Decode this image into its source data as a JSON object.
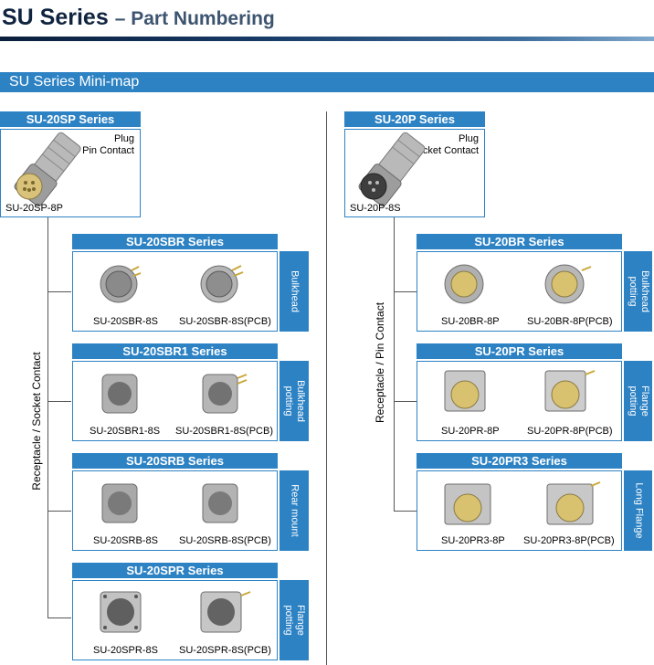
{
  "header": {
    "title": "SU Series",
    "subtitle": "– Part Numbering"
  },
  "minimap": {
    "label": "SU Series Mini-map"
  },
  "left": {
    "plug": {
      "header": "SU-20SP Series",
      "type": "Plug",
      "contact": "Pin Contact",
      "part": "SU-20SP-8P"
    },
    "branch_label": "Receptacle / Socket Contact",
    "groups": [
      {
        "header": "SU-20SBR Series",
        "side": "Bulkhead",
        "parts": [
          "SU-20SBR-8S",
          "SU-20SBR-8S(PCB)"
        ]
      },
      {
        "header": "SU-20SBR1 Series",
        "side": "Bulkhead potting",
        "parts": [
          "SU-20SBR1-8S",
          "SU-20SBR1-8S(PCB)"
        ]
      },
      {
        "header": "SU-20SRB Series",
        "side": "Rear mount",
        "parts": [
          "SU-20SRB-8S",
          "SU-20SRB-8S(PCB)"
        ]
      },
      {
        "header": "SU-20SPR Series",
        "side": "Flange potting",
        "parts": [
          "SU-20SPR-8S",
          "SU-20SPR-8S(PCB)"
        ]
      }
    ]
  },
  "right": {
    "plug": {
      "header": "SU-20P Series",
      "type": "Plug",
      "contact": "Socket Contact",
      "part": "SU-20P-8S"
    },
    "branch_label": "Receptacle / Pin Contact",
    "groups": [
      {
        "header": "SU-20BR Series",
        "side": "Bulkhead potting",
        "parts": [
          "SU-20BR-8P",
          "SU-20BR-8P(PCB)"
        ]
      },
      {
        "header": "SU-20PR Series",
        "side": "Flange potting",
        "parts": [
          "SU-20PR-8P",
          "SU-20PR-8P(PCB)"
        ]
      },
      {
        "header": "SU-20PR3 Series",
        "side": "Long Flange",
        "parts": [
          "SU-20PR3-8P",
          "SU-20PR3-8P(PCB)"
        ]
      }
    ]
  }
}
